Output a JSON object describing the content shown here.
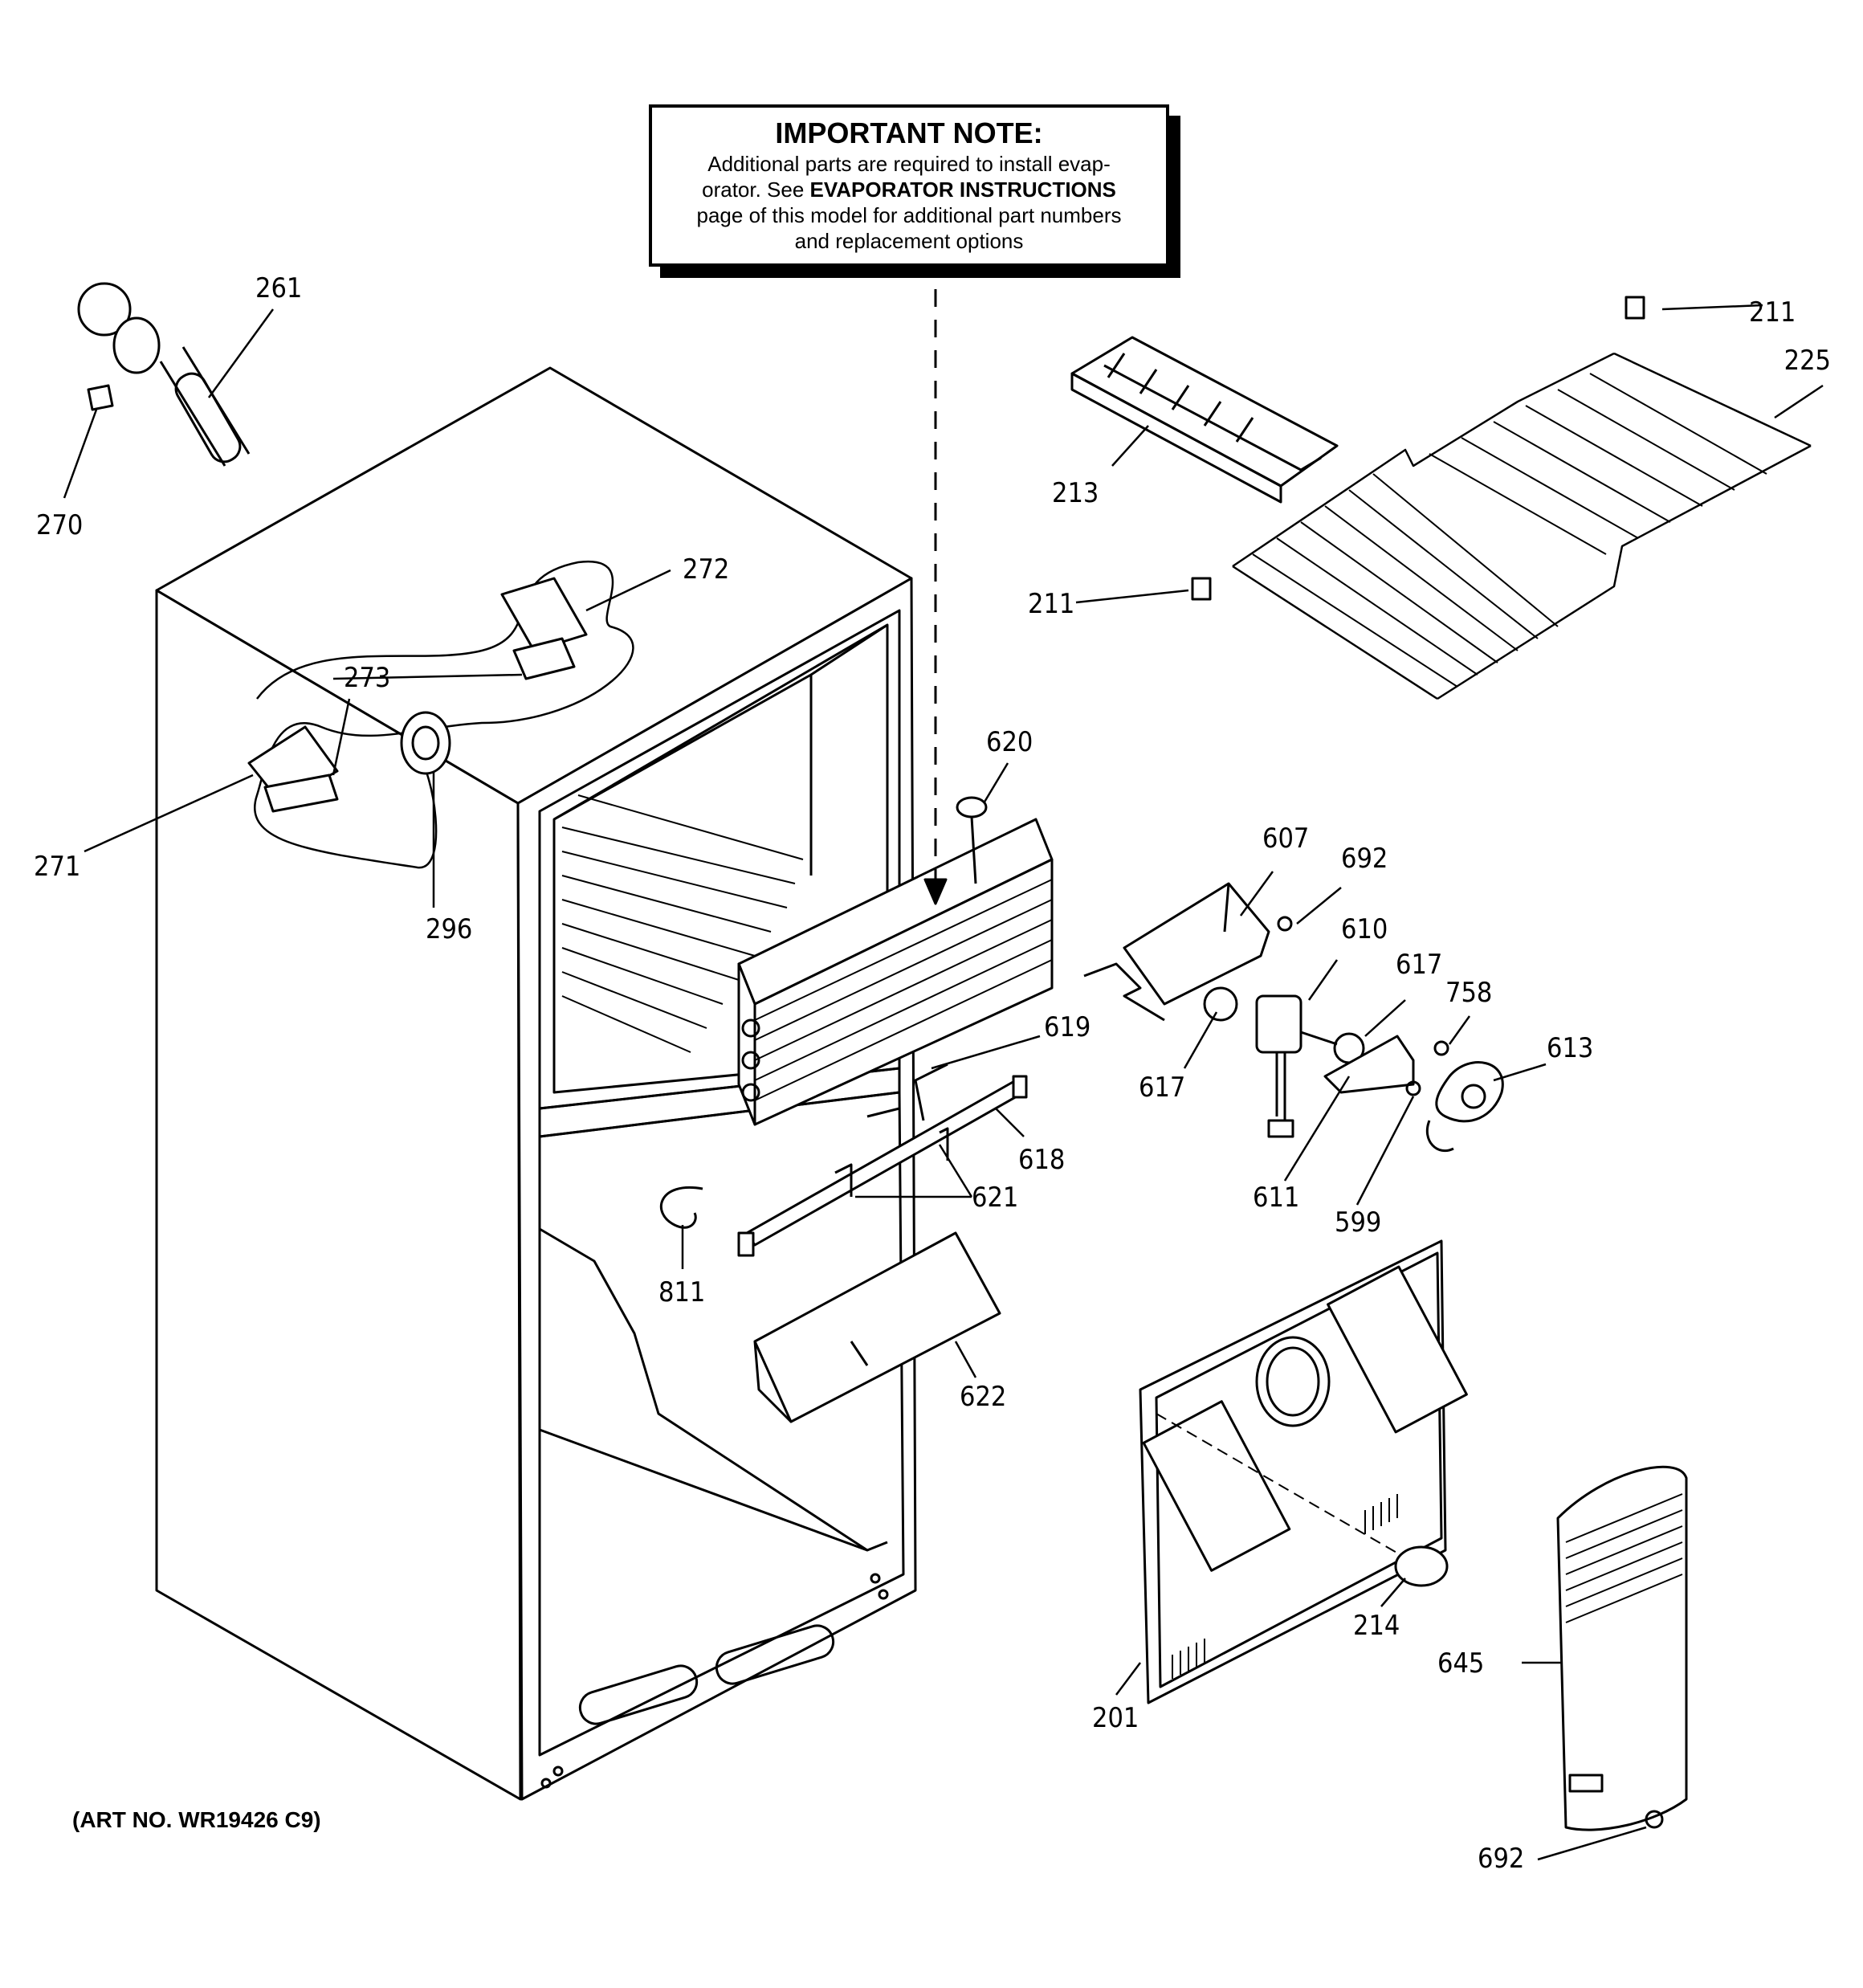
{
  "note": {
    "title": "IMPORTANT NOTE:",
    "line1": "Additional parts are required to install evap-",
    "line2_pre": "orator.  See ",
    "line2_bold": "EVAPORATOR INSTRUCTIONS",
    "line3": "page of this model for additional part numbers",
    "line4": "and replacement options"
  },
  "art_number": "(ART NO. WR19426 C9)",
  "parts": {
    "p261": "261",
    "p270": "270",
    "p272": "272",
    "p273": "273",
    "p271": "271",
    "p296": "296",
    "p213": "213",
    "p211a": "211",
    "p211b": "211",
    "p225": "225",
    "p620": "620",
    "p607": "607",
    "p692a": "692",
    "p610": "610",
    "p617a": "617",
    "p617b": "617",
    "p758": "758",
    "p613": "613",
    "p619": "619",
    "p618": "618",
    "p621": "621",
    "p611": "611",
    "p599": "599",
    "p811": "811",
    "p622": "622",
    "p214": "214",
    "p201": "201",
    "p645": "645",
    "p692b": "692"
  }
}
